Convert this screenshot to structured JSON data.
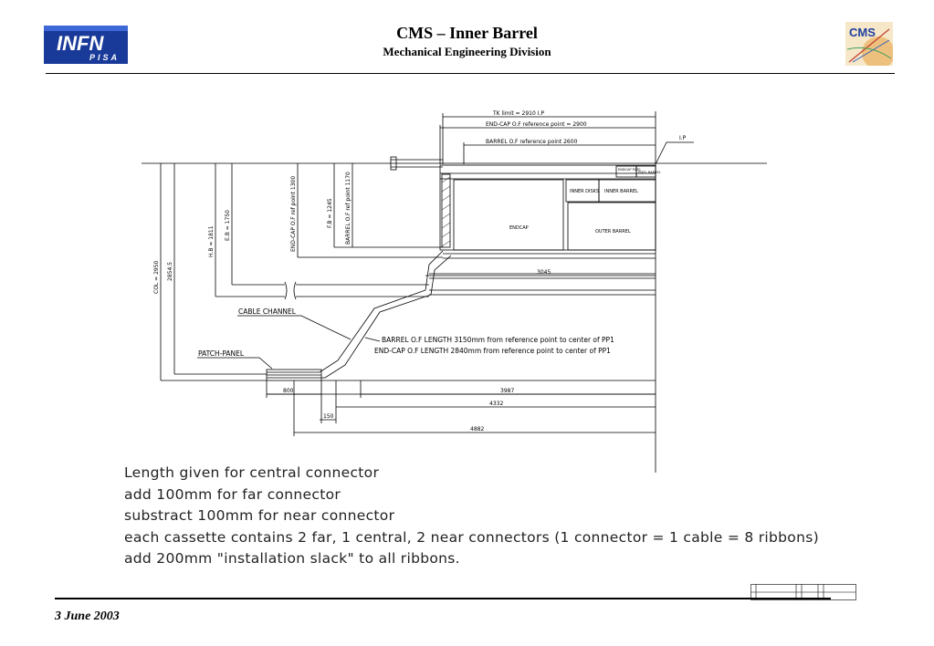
{
  "header": {
    "title": "CMS – Inner Barrel",
    "subtitle": "Mechanical Engineering Division",
    "logo_left_text": "INFN",
    "logo_left_sub": "PISA",
    "logo_right_text": "CMS"
  },
  "diagram": {
    "top_dims": {
      "tk_limit": "TK limit = 2910 I.P",
      "endcap_ref": "END-CAP O.F reference point = 2900",
      "barrel_ref": "BARREL O.F reference point 2600",
      "ip": "I.P"
    },
    "vertical_dims": {
      "col": "COL = 2950",
      "col2": "2854.5",
      "hb": "H.B = 1811",
      "eb": "E.B = 1750",
      "endcap_of": "END-CAP O.F ref point 1300",
      "fb": "F.B = 1245",
      "barrel_of": "BARREL O.F ref point 1170"
    },
    "regions": {
      "pixel_endcap": "ENDCAP PIXEL",
      "pixel_barrel": "PIXEL BARREL",
      "inner_disks": "INNER DISKS",
      "inner_barrel": "INNER BARREL",
      "endcap": "ENDCAP",
      "outer_barrel": "OUTER BARREL"
    },
    "labels": {
      "cable_channel": "CABLE CHANNEL",
      "patch_panel": "PATCH-PANEL",
      "barrel_length": "BARREL O.F LENGTH 3150mm from reference point to center of PP1",
      "endcap_length": "END-CAP O.F LENGTH 2840mm from reference point to center of PP1"
    },
    "horizontal_dims": {
      "d3045": "3045",
      "d3987": "3987",
      "d4332": "4332",
      "d4882": "4882",
      "d800": "800",
      "d150": "150"
    }
  },
  "notes": [
    "Length given for central connector",
    "add 100mm for far connector",
    "substract 100mm for near connector",
    "each cassette contains 2 far, 1 central, 2 near connectors (1 connector = 1 cable = 8 ribbons)",
    "add 200mm \"installation slack\" to all ribbons."
  ],
  "footer": {
    "date": "3 June 2003"
  }
}
